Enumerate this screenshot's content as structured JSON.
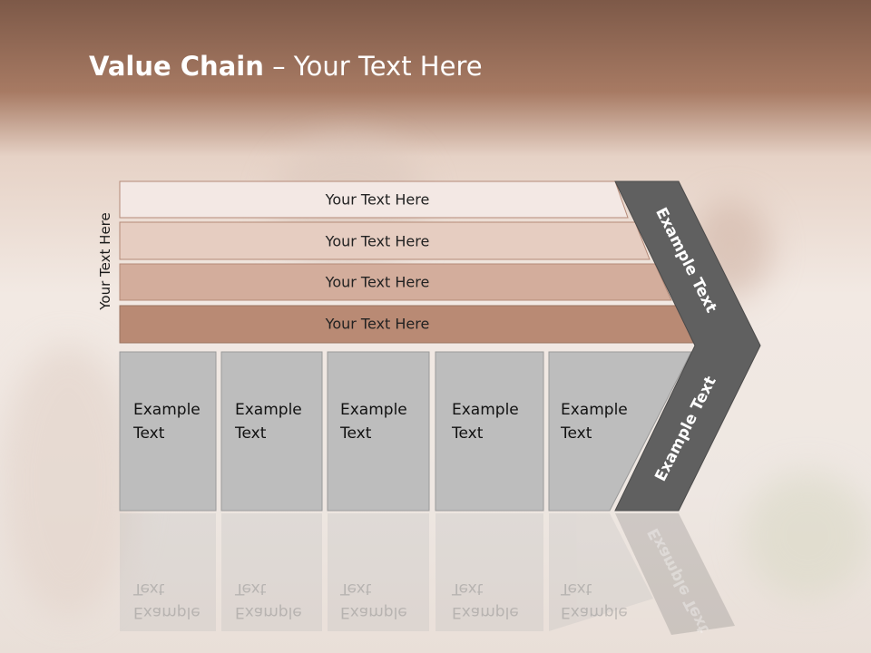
{
  "title": {
    "bold": "Value Chain",
    "rest": " – Your Text Here"
  },
  "side_label": "Your Text Here",
  "rows": [
    {
      "label": "Your Text Here",
      "color": "#f3e8e4"
    },
    {
      "label": "Your Text Here",
      "color": "#e6cdc1"
    },
    {
      "label": "Your Text Here",
      "color": "#d3ad9c"
    },
    {
      "label": "Your Text Here",
      "color": "#b98a74"
    }
  ],
  "cells": [
    {
      "line1": "Example",
      "line2": "Text"
    },
    {
      "line1": "Example",
      "line2": "Text"
    },
    {
      "line1": "Example",
      "line2": "Text"
    },
    {
      "line1": "Example",
      "line2": "Text"
    },
    {
      "line1": "Example",
      "line2": "Text"
    }
  ],
  "chevron_upper_label": "Example Text",
  "chevron_lower_label": "Example Text",
  "colors": {
    "cell": "#bdbdbd",
    "chevron": "#606060",
    "title": "#ffffff"
  }
}
